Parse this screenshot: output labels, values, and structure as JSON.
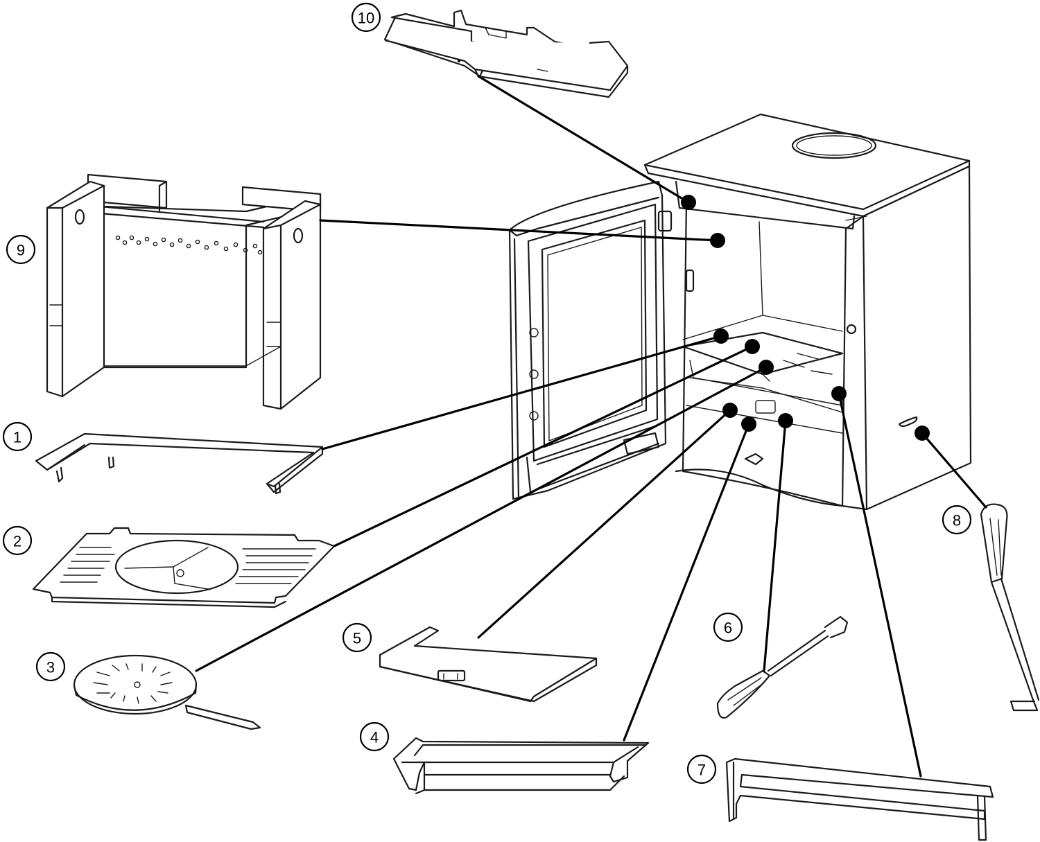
{
  "diagram": {
    "callouts": [
      {
        "id": "1",
        "label": "1"
      },
      {
        "id": "2",
        "label": "2"
      },
      {
        "id": "3",
        "label": "3"
      },
      {
        "id": "4",
        "label": "4"
      },
      {
        "id": "5",
        "label": "5"
      },
      {
        "id": "6",
        "label": "6"
      },
      {
        "id": "7",
        "label": "7"
      },
      {
        "id": "8",
        "label": "8"
      },
      {
        "id": "9",
        "label": "9"
      },
      {
        "id": "10",
        "label": "10"
      }
    ],
    "colors": {
      "line": "#1a1a1a",
      "background": "#ffffff"
    }
  }
}
